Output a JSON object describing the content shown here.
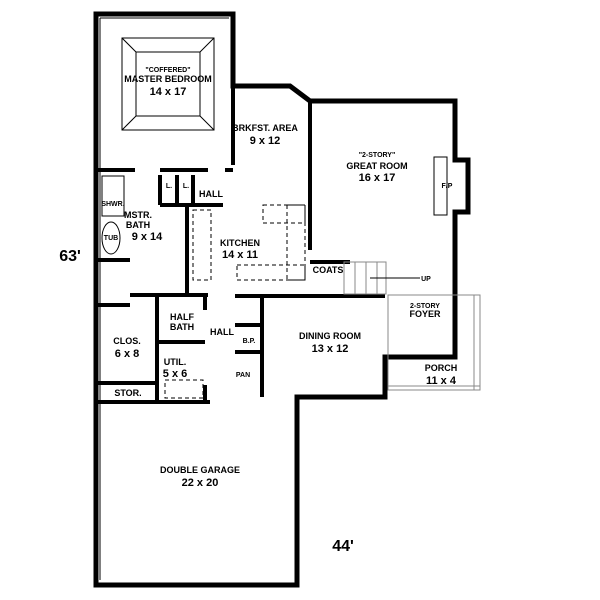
{
  "rooms": {
    "master_bedroom": {
      "note": "\"COFFERED\"",
      "name": "MASTER BEDROOM",
      "size": "14 x 17"
    },
    "breakfast": {
      "name": "BRKFST. AREA",
      "size": "9 x 12"
    },
    "great_room": {
      "note": "\"2-STORY\"",
      "name": "GREAT ROOM",
      "size": "16 x 17"
    },
    "fireplace": {
      "name": "F/P"
    },
    "shower": {
      "name": "SHWR."
    },
    "tub": {
      "name": "TUB"
    },
    "master_bath": {
      "name_line1": "MSTR.",
      "name_line2": "BATH",
      "size": "9 x 14"
    },
    "linen1": {
      "name": "L."
    },
    "linen2": {
      "name": "L."
    },
    "hall_upper": {
      "name": "HALL"
    },
    "kitchen": {
      "name": "KITCHEN",
      "size": "14 x 11"
    },
    "coats": {
      "name": "COATS"
    },
    "stairs": {
      "label": "UP"
    },
    "half_bath": {
      "name_line1": "HALF",
      "name_line2": "BATH"
    },
    "hall_lower": {
      "name": "HALL"
    },
    "bp": {
      "name": "B.P."
    },
    "pantry": {
      "name": "PAN"
    },
    "closet": {
      "name": "CLOS.",
      "size": "6 x 8"
    },
    "utility": {
      "name": "UTIL.",
      "size": "5 x 6"
    },
    "storage": {
      "name": "STOR."
    },
    "dining": {
      "name": "DINING ROOM",
      "size": "13 x 12"
    },
    "foyer": {
      "note": "2-STORY",
      "name": "FOYER"
    },
    "porch": {
      "name": "PORCH",
      "size": "11 x 4"
    },
    "garage": {
      "name": "DOUBLE GARAGE",
      "size": "22 x 20"
    }
  },
  "dimensions": {
    "depth": "63'",
    "width": "44'"
  }
}
